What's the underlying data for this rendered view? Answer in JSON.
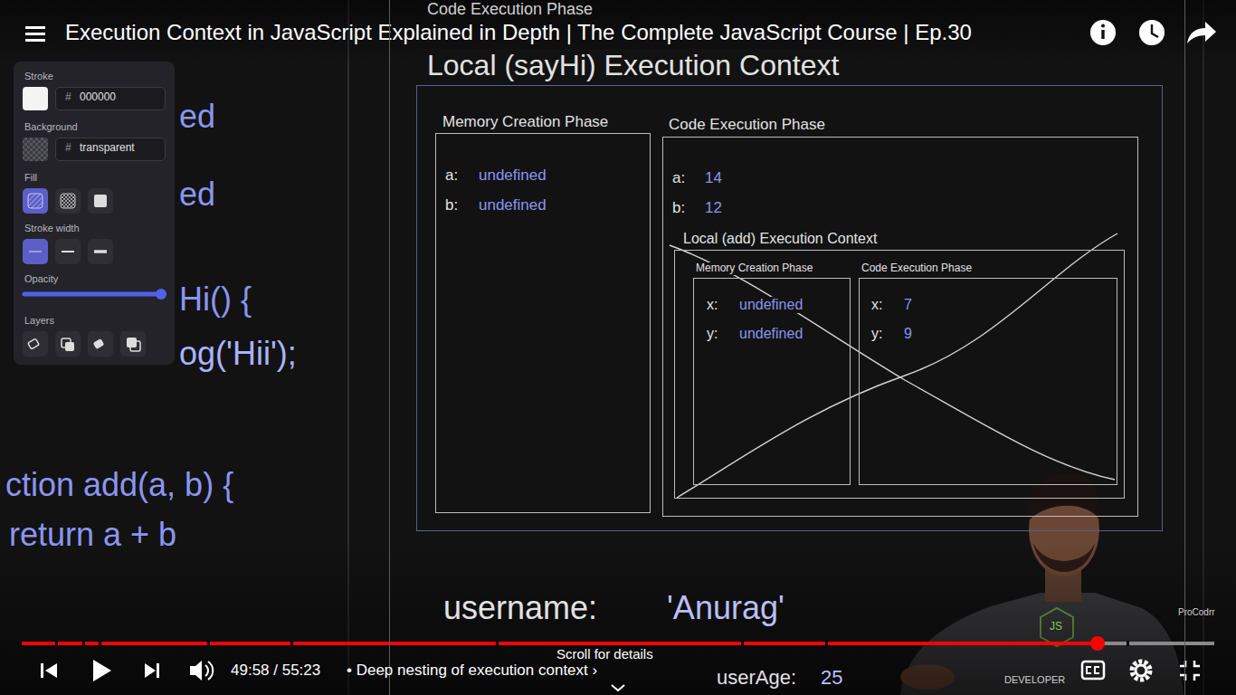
{
  "diagram": {
    "title": "Execution Context in JavaScript Explained in Depth | The Complete JavaScript Course | Ep.30",
    "nodes": [
      {
        "text": [
          "Stroke",
          "Background",
          "Fill",
          "Stroke width",
          "Opacity",
          "Layers"
        ]
      },
      {
        "text": [
          "#",
          "000000"
        ],
        "in": 0
      },
      {
        "text": [
          "#",
          "transparent"
        ],
        "in": 0
      },
      {
        "text": [
          "Code Execution Phase",
          "username:",
          "'Anurag'",
          "userAge:",
          "25"
        ]
      },
      {
        "text": [
          "Local (sayHi) Execution Context"
        ],
        "in": 3
      },
      {
        "text": [
          "Memory Creation Phase",
          "a:",
          "undefined",
          "b:",
          "undefined"
        ],
        "in": 4
      },
      {
        "text": [
          "Code Execution Phase",
          "a:",
          "14",
          "b:",
          "12"
        ],
        "in": 4
      },
      {
        "text": [
          "Local (add) Execution Context"
        ],
        "in": 6
      },
      {
        "text": [
          "Memory Creation Phase",
          "x:",
          "undefined",
          "y:",
          "undefined"
        ],
        "in": 7
      },
      {
        "text": [
          "Code Execution Phase",
          "x:",
          "7",
          "y:",
          "9"
        ],
        "in": 7
      }
    ],
    "labels": [
      "ed",
      "ed",
      "Hi() {",
      "og('Hii');",
      "ction add(a, b) {",
      "return a + b",
      "49:58 / 55:23",
      "• Deep nesting of execution context ›",
      "Scroll for details",
      "ProCodrr",
      "JS",
      "DEVELOPER"
    ]
  }
}
